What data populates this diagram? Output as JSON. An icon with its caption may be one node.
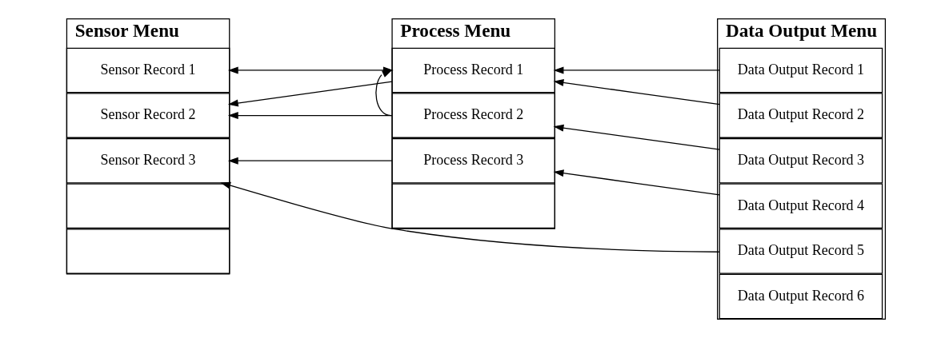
{
  "diagram": {
    "nodes": [
      {
        "text": [
          "Sensor Menu"
        ]
      },
      {
        "text": [
          "Sensor Record 1"
        ],
        "in": 0
      },
      {
        "text": [
          "Sensor Record 2"
        ],
        "in": 0
      },
      {
        "text": [
          "Sensor Record 3"
        ],
        "in": 0
      },
      {
        "text": [],
        "shape": "box",
        "in": 0
      },
      {
        "text": [],
        "shape": "box",
        "in": 0
      },
      {
        "text": [
          "Process Menu"
        ]
      },
      {
        "text": [
          "Process Record 1"
        ],
        "in": 6
      },
      {
        "text": [
          "Process Record 2"
        ],
        "in": 6
      },
      {
        "text": [
          "Process Record 3"
        ],
        "in": 6
      },
      {
        "text": [],
        "shape": "box",
        "in": 6
      },
      {
        "text": [
          "Data Output Menu"
        ]
      },
      {
        "text": [
          "Data Output Record 1"
        ],
        "in": 11
      },
      {
        "text": [
          "Data Output Record 2"
        ],
        "in": 11
      },
      {
        "text": [
          "Data Output Record 3"
        ],
        "in": 11
      },
      {
        "text": [
          "Data Output Record 4"
        ],
        "in": 11
      },
      {
        "text": [
          "Data Output Record 5"
        ],
        "in": 11
      },
      {
        "text": [
          "Data Output Record 6"
        ],
        "in": 11
      }
    ],
    "edges": [
      {
        "from": 7,
        "to": 1,
        "arrow": "both"
      },
      {
        "from": 7,
        "to": 2,
        "arrow": "to"
      },
      {
        "from": 8,
        "to": 2,
        "arrow": "to"
      },
      {
        "from": 8,
        "to": 7,
        "arrow": "to"
      },
      {
        "from": 9,
        "to": 3,
        "arrow": "to"
      },
      {
        "from": 12,
        "to": 7,
        "arrow": "to"
      },
      {
        "from": 13,
        "to": 7,
        "arrow": "to"
      },
      {
        "from": 14,
        "to": 8,
        "arrow": "to"
      },
      {
        "from": 15,
        "to": 9,
        "arrow": "to"
      },
      {
        "from": 16,
        "to": 3,
        "arrow": "to"
      }
    ]
  }
}
